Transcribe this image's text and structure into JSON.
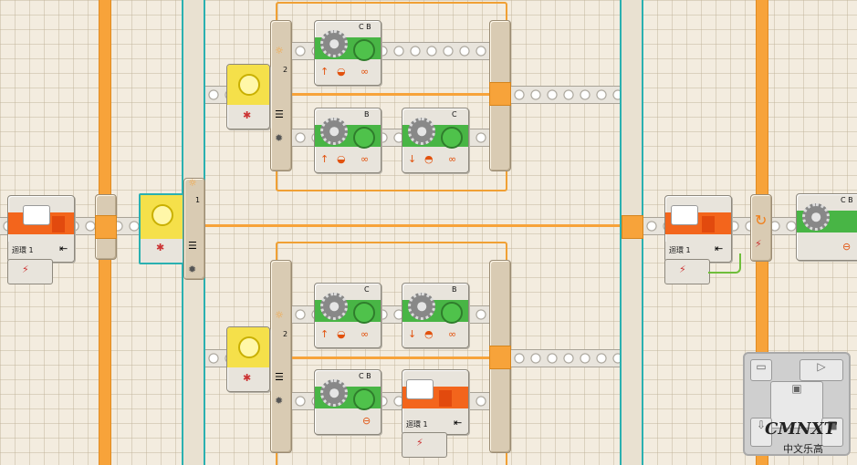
{
  "canvas": {
    "grid": true
  },
  "branch_values": {
    "main_switch": "1",
    "upper_switch": "2",
    "lower_switch": "2"
  },
  "ports": {
    "cb": "C B",
    "b": "B",
    "c": "C"
  },
  "loop_label": "迴環 1",
  "watermark": {
    "brand": "CMNXT",
    "sub": "中文乐高"
  },
  "colors": {
    "beam": "#f7a33a",
    "teal": "#2ab0b0",
    "motor_green": "#48b545",
    "loop_orange": "#f3651c",
    "sensor_yellow": "#f5e04a"
  },
  "icons": {
    "gear": "gear-icon",
    "sun": "light-sensor-icon",
    "briefcase": "loop-block-icon",
    "arrow_up": "direction-forward-icon",
    "arrow_down": "direction-backward-icon",
    "infinity": "unlimited-duration-icon",
    "stop": "stop-icon",
    "cycle": "repeat-icon"
  }
}
